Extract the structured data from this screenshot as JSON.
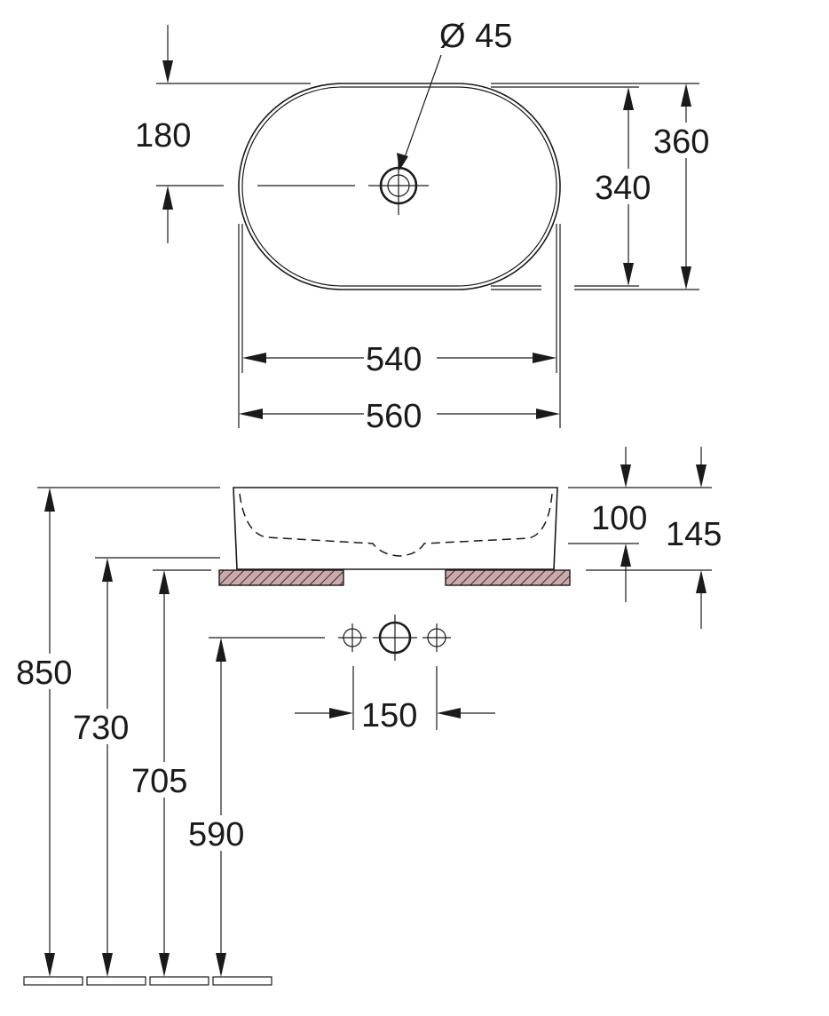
{
  "top_view": {
    "drain_diameter": "Ø 45",
    "drain_offset": "180",
    "outer_depth": "360",
    "inner_depth": "340",
    "inner_width": "540",
    "outer_width": "560"
  },
  "side_view": {
    "bowl_height": "100",
    "total_height": "145",
    "tap_spacing": "150",
    "height_rim": "850",
    "height_counter_top": "730",
    "height_counter_bottom": "705",
    "height_tap_holes": "590"
  },
  "colors": {
    "line": "#1a1a1a",
    "hatch_fill": "#9a6b6b"
  }
}
